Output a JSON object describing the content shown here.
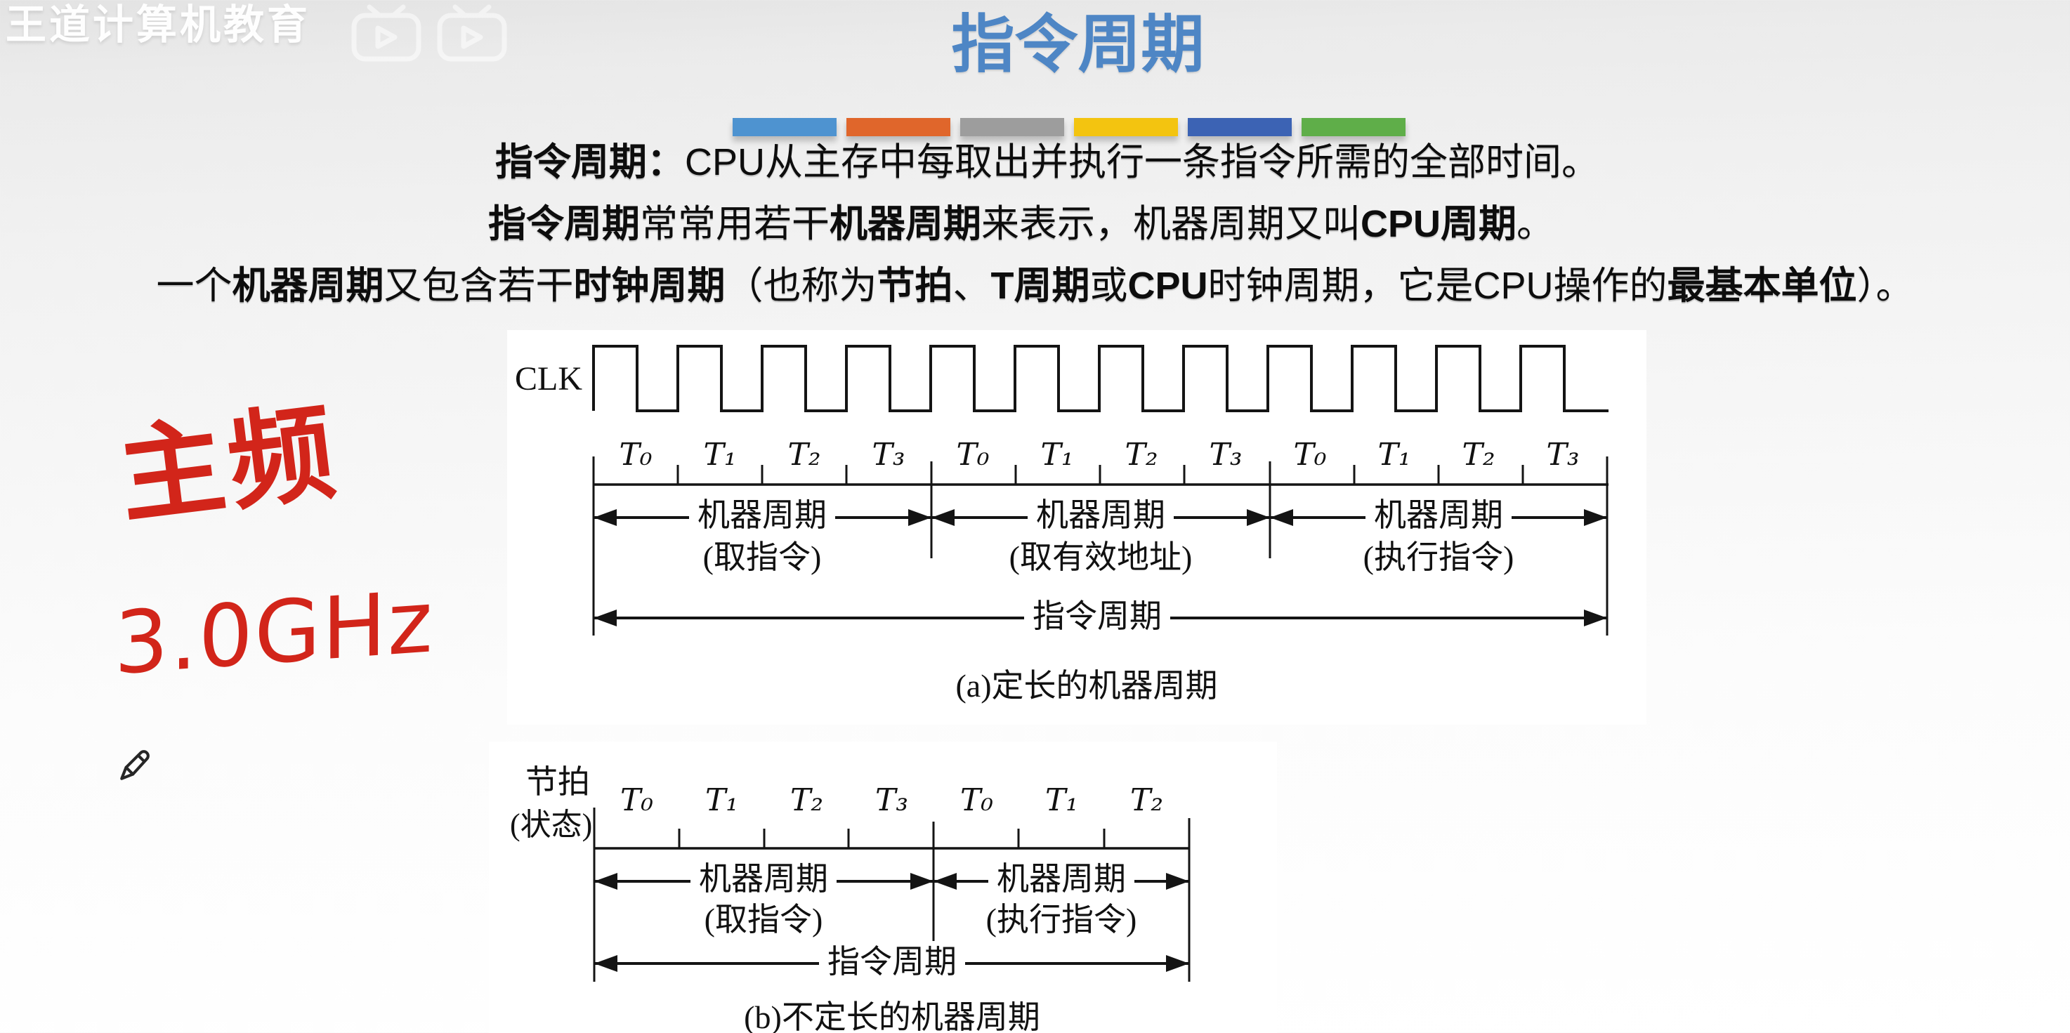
{
  "watermark": {
    "brand": "王道计算机教育",
    "logo_icon": "bilibili-badge-icon"
  },
  "header": {
    "title": "指令周期",
    "title_color": "#4e86c5",
    "divider_colors": [
      "#4e93d0",
      "#e0662b",
      "#9d9d9d",
      "#f3c410",
      "#3c63b4",
      "#5fae49"
    ]
  },
  "intro": {
    "line1": [
      {
        "text": "指令周期：",
        "bold": true
      },
      {
        "text": "CPU从主存中每取出并执行一条指令所需的全部时间。",
        "bold": false
      }
    ],
    "line2": [
      {
        "text": "指令周期",
        "bold": true
      },
      {
        "text": "常常用若干",
        "bold": false
      },
      {
        "text": "机器周期",
        "bold": true
      },
      {
        "text": "来表示，机器周期又叫",
        "bold": false
      },
      {
        "text": "CPU周期",
        "bold": true
      },
      {
        "text": "。",
        "bold": false
      }
    ],
    "line3": [
      {
        "text": "一个",
        "bold": false
      },
      {
        "text": "机器周期",
        "bold": true
      },
      {
        "text": "又包含若干",
        "bold": false
      },
      {
        "text": "时钟周期",
        "bold": true
      },
      {
        "text": "（也称为",
        "bold": false
      },
      {
        "text": "节拍",
        "bold": true
      },
      {
        "text": "、",
        "bold": false
      },
      {
        "text": "T周期",
        "bold": true
      },
      {
        "text": "或",
        "bold": false
      },
      {
        "text": "CPU",
        "bold": true
      },
      {
        "text": "时钟周期，它是CPU操作的",
        "bold": false
      },
      {
        "text": "最基本单位",
        "bold": true
      },
      {
        "text": "）。",
        "bold": false
      }
    ]
  },
  "diagram_a": {
    "clk_label": "CLK",
    "t_labels": [
      "T₀",
      "T₁",
      "T₂",
      "T₃",
      "T₀",
      "T₁",
      "T₂",
      "T₃",
      "T₀",
      "T₁",
      "T₂",
      "T₃"
    ],
    "cycles": [
      {
        "name": "机器周期",
        "sub": "(取指令)"
      },
      {
        "name": "机器周期",
        "sub": "(取有效地址)"
      },
      {
        "name": "机器周期",
        "sub": "(执行指令)"
      }
    ],
    "total_label": "指令周期",
    "caption": "(a)定长的机器周期"
  },
  "diagram_b": {
    "axis_label": "节拍",
    "axis_label_sub": "(状态)",
    "t_labels": [
      "T₀",
      "T₁",
      "T₂",
      "T₃",
      "T₀",
      "T₁",
      "T₂"
    ],
    "cycles": [
      {
        "name": "机器周期",
        "sub": "(取指令)"
      },
      {
        "name": "机器周期",
        "sub": "(执行指令)"
      }
    ],
    "total_label": "指令周期",
    "caption": "(b)不定长的机器周期"
  },
  "annotations": {
    "term": "主频",
    "value": "3.0GHz",
    "ink_color": "#d2251a",
    "pencil_icon": "pencil-icon"
  }
}
